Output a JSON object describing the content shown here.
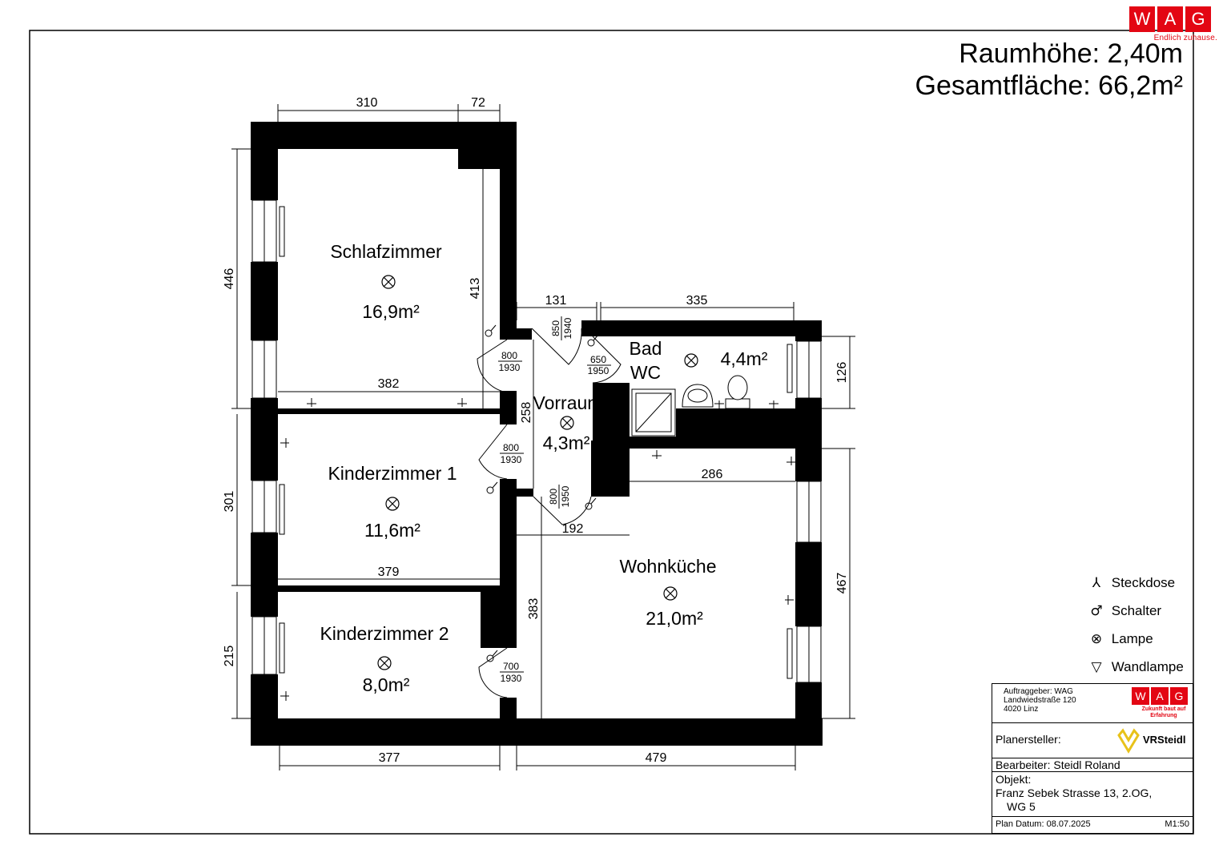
{
  "header": {
    "room_height": "Raumhöhe: 2,40m",
    "total_area": "Gesamtfläche: 66,2m²"
  },
  "brand": {
    "letters": [
      "W",
      "A",
      "G"
    ],
    "tagline": "Endlich zuhause.",
    "mini_tagline": "Zukunft baut auf Erfahrung",
    "planner_logo_text": "VRSteidl",
    "red": "#e30613"
  },
  "rooms": [
    {
      "name": "Schlafzimmer",
      "area": "16,9m²"
    },
    {
      "name": "Kinderzimmer 1",
      "area": "11,6m²"
    },
    {
      "name": "Kinderzimmer 2",
      "area": "8,0m²"
    },
    {
      "name": "Vorraum",
      "area": "4,3m²"
    },
    {
      "name_line1": "Bad",
      "name_line2": "WC",
      "area": "4,4m²"
    },
    {
      "name": "Wohnküche",
      "area": "21,0m²"
    }
  ],
  "dimensions": [
    "310",
    "72",
    "446",
    "413",
    "382",
    "301",
    "379",
    "215",
    "377",
    "479",
    "131",
    "335",
    "126",
    "258",
    "286",
    "192",
    "383",
    "467"
  ],
  "doors": [
    {
      "w": "800",
      "h": "1930"
    },
    {
      "w": "800",
      "h": "1930"
    },
    {
      "w": "700",
      "h": "1930"
    },
    {
      "w": "850",
      "h": "1940"
    },
    {
      "w": "650",
      "h": "1950"
    },
    {
      "w": "800",
      "h": "1950"
    }
  ],
  "legend": [
    {
      "icon": "socket-icon",
      "glyph": "⅄",
      "label": "Steckdose"
    },
    {
      "icon": "switch-icon",
      "glyph": "♂",
      "label": "Schalter"
    },
    {
      "icon": "lamp-icon",
      "glyph": "⊗",
      "label": "Lampe"
    },
    {
      "icon": "wall-lamp-icon",
      "glyph": "▽",
      "label": "Wandlampe"
    }
  ],
  "title_block": {
    "client": [
      "Auftraggeber: WAG",
      "Landwiedstraße 120",
      "4020 Linz"
    ],
    "planner_label": "Planersteller:",
    "editor": "Bearbeiter: Steidl Roland",
    "object_label": "Objekt:",
    "object_line1": "Franz Sebek Strasse 13, 2.OG,",
    "object_line2": "WG 5",
    "plan_date": "Plan Datum: 08.07.2025",
    "scale": "M1:50"
  }
}
